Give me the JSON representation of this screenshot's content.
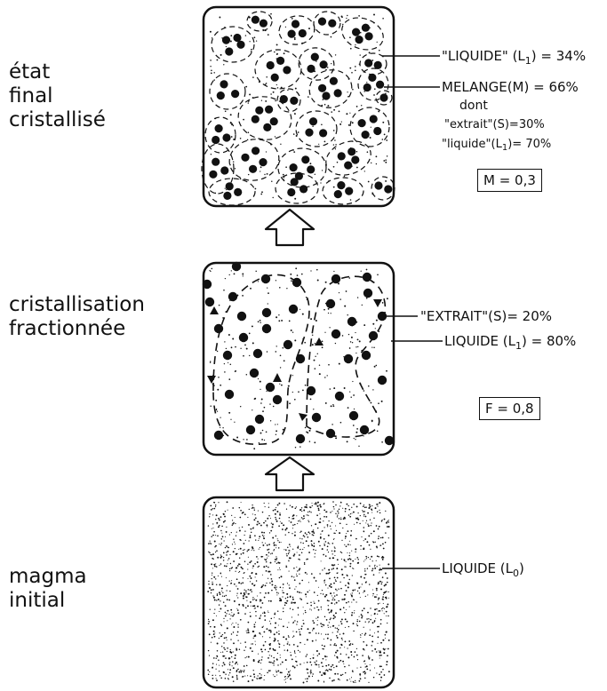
{
  "stages": {
    "final": {
      "label_lines": [
        "état",
        "final",
        "cristallisé"
      ],
      "annotations": [
        "\"LIQUIDE\" (L",
        "MELANGE(M) = 66%",
        "dont",
        "\"extrait\"(S)=30%",
        "\"liquide\"(L"
      ],
      "liquid_label": "\"LIQUIDE\" (L",
      "liquid_sub": "1",
      "liquid_value": ") = 34%",
      "mix_label": "MELANGE(M) = 66%",
      "dont": "dont",
      "extrait": "\"extrait\"(S)=30%",
      "liq2_label": "\"liquide\"(L",
      "liq2_sub": "1",
      "liq2_value": ")= 70%",
      "equation": "M = 0,3"
    },
    "fractional": {
      "label_lines": [
        "cristallisation",
        "fractionnée"
      ],
      "extrait": "\"EXTRAIT\"(S)= 20%",
      "liquid_label": "LIQUIDE  (L",
      "liquid_sub": "1",
      "liquid_value": ") = 80%",
      "equation": "F = 0,8"
    },
    "initial": {
      "label_lines": [
        "magma",
        "initial"
      ],
      "liquid_label": "LIQUIDE  (L",
      "liquid_sub": "0",
      "liquid_value": ")"
    }
  },
  "colors": {
    "ink": "#111111",
    "background": "#ffffff"
  }
}
